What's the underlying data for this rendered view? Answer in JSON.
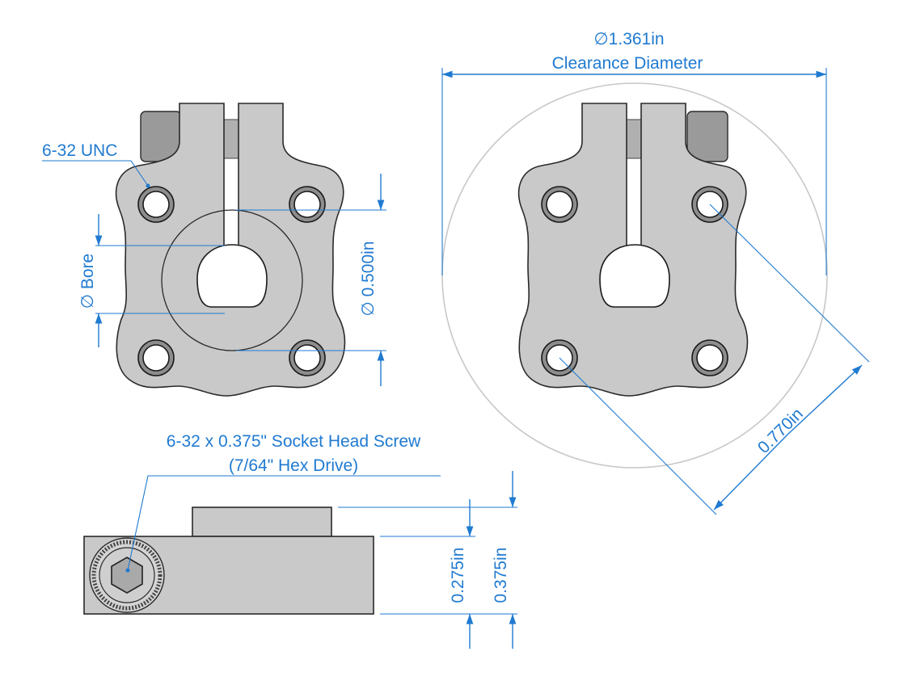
{
  "labels": {
    "clearance_value": "∅1.361in",
    "clearance_caption": "Clearance Diameter",
    "thread_label": "6-32 UNC",
    "bore_label": "∅ Bore",
    "hub_diameter": "∅ 0.500in",
    "hole_spacing": "0.770in",
    "screw_label_line1": "6-32 x 0.375\" Socket Head Screw",
    "screw_label_line2": "(7/64\" Hex Drive)",
    "height_body": "0.275in",
    "height_total": "0.375in"
  },
  "colors": {
    "dimension": "#1f7ad1",
    "part_fill": "#c9c9c9",
    "clearance_circle": "#c8c8c8"
  }
}
